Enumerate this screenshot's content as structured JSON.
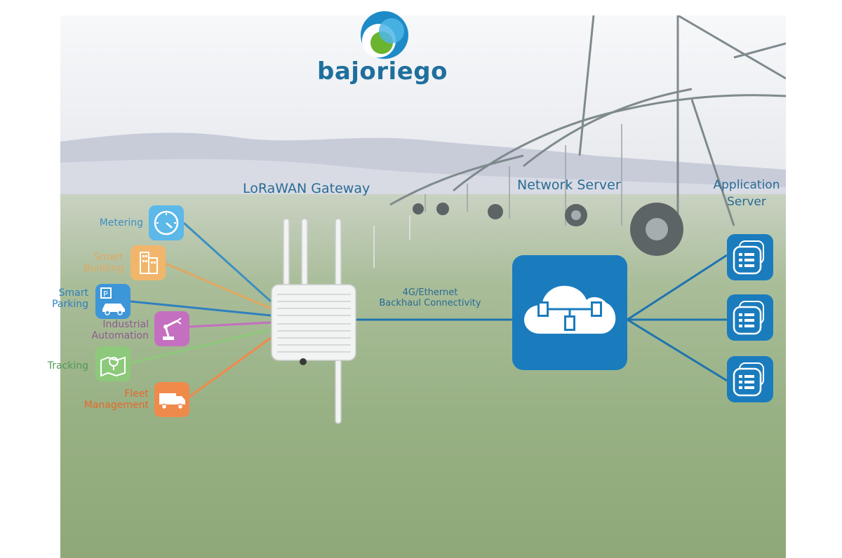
{
  "brand": {
    "name": "bajoriego"
  },
  "sections": {
    "gateway": "LoRaWAN Gateway",
    "network_server": "Network Server",
    "application_server": [
      "Application",
      "Server"
    ]
  },
  "backhaul": [
    "4G/Ethernet",
    "Backhaul Connectivity"
  ],
  "use_cases": [
    {
      "lines": [
        "Metering"
      ],
      "color": "#3d8fc0",
      "icon_color": "#5bb8e8",
      "icon": "gauge-icon"
    },
    {
      "lines": [
        "Smart",
        "Building"
      ],
      "color": "#e0a860",
      "icon_color": "#f1b66b",
      "icon": "building-icon"
    },
    {
      "lines": [
        "Smart",
        "Parking"
      ],
      "color": "#2f80bf",
      "icon_color": "#3c96d8",
      "icon": "parking-car-icon"
    },
    {
      "lines": [
        "Industrial",
        "Automation"
      ],
      "color": "#8e5a92",
      "icon_color": "#c46fbf",
      "icon": "robot-arm-icon"
    },
    {
      "lines": [
        "Tracking"
      ],
      "color": "#4f9a55",
      "icon_color": "#8dc97b",
      "icon": "map-pin-icon"
    },
    {
      "lines": [
        "Fleet",
        "Management"
      ],
      "color": "#e8672a",
      "icon_color": "#f08a4b",
      "icon": "truck-icon"
    }
  ],
  "colors": {
    "primary": "#1a7cbd",
    "text_blue": "#2a6b94"
  },
  "icons": {
    "network_server": "cloud-network-icon",
    "application": "app-window-icon",
    "gateway": "gateway-device-icon"
  }
}
